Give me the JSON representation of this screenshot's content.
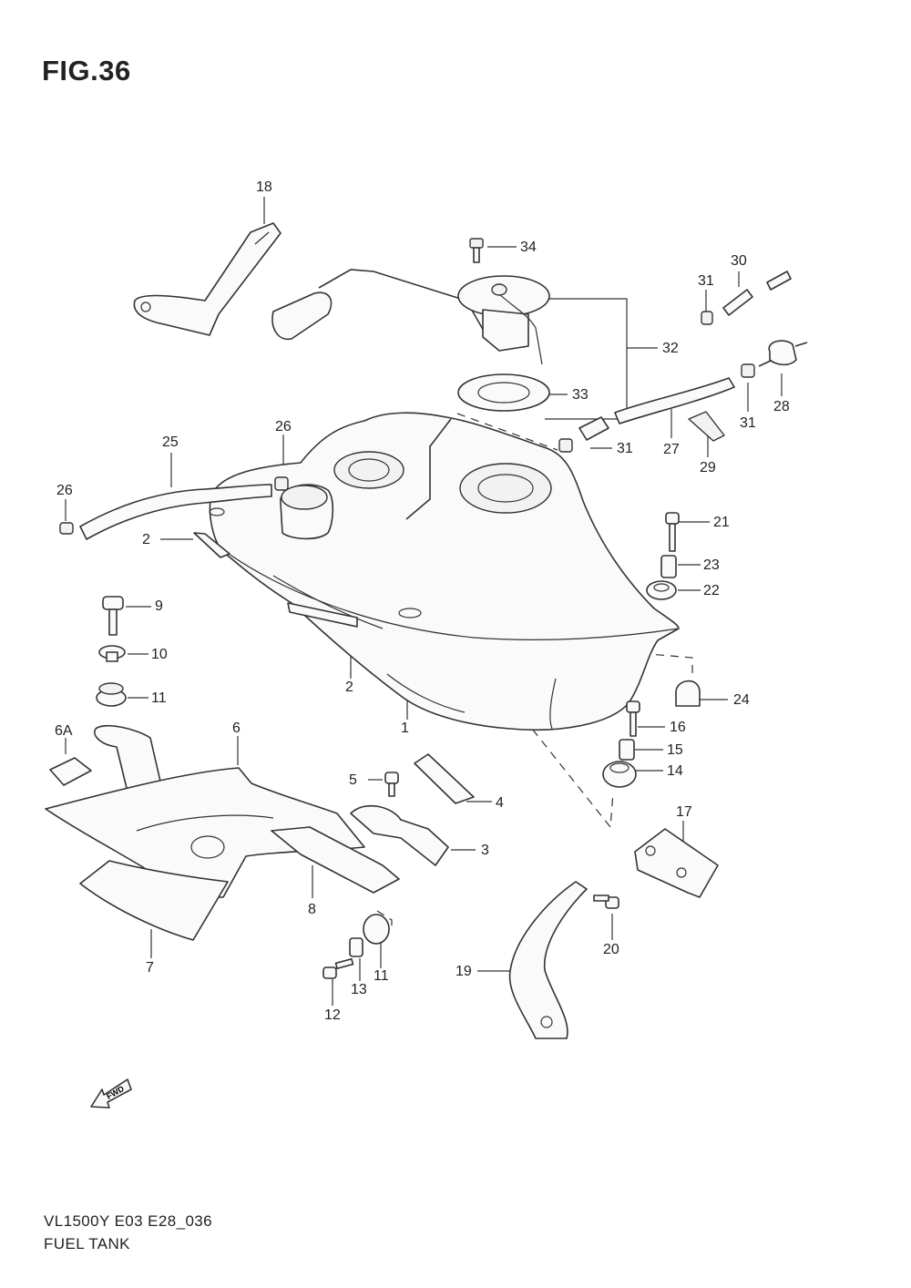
{
  "figure": {
    "title": "FIG.36",
    "model_code": "VL1500Y E03 E28_036",
    "assembly_name": "FUEL TANK",
    "fwd_badge": "FWD"
  },
  "callouts": [
    {
      "id": "c1",
      "label": "1"
    },
    {
      "id": "c2a",
      "label": "2"
    },
    {
      "id": "c2b",
      "label": "2"
    },
    {
      "id": "c3",
      "label": "3"
    },
    {
      "id": "c4",
      "label": "4"
    },
    {
      "id": "c5",
      "label": "5"
    },
    {
      "id": "c6",
      "label": "6"
    },
    {
      "id": "c6a",
      "label": "6A"
    },
    {
      "id": "c7",
      "label": "7"
    },
    {
      "id": "c8",
      "label": "8"
    },
    {
      "id": "c9",
      "label": "9"
    },
    {
      "id": "c10",
      "label": "10"
    },
    {
      "id": "c11a",
      "label": "11"
    },
    {
      "id": "c11b",
      "label": "11"
    },
    {
      "id": "c12",
      "label": "12"
    },
    {
      "id": "c13",
      "label": "13"
    },
    {
      "id": "c14",
      "label": "14"
    },
    {
      "id": "c15",
      "label": "15"
    },
    {
      "id": "c16",
      "label": "16"
    },
    {
      "id": "c17",
      "label": "17"
    },
    {
      "id": "c18",
      "label": "18"
    },
    {
      "id": "c19",
      "label": "19"
    },
    {
      "id": "c20",
      "label": "20"
    },
    {
      "id": "c21",
      "label": "21"
    },
    {
      "id": "c22",
      "label": "22"
    },
    {
      "id": "c23",
      "label": "23"
    },
    {
      "id": "c24",
      "label": "24"
    },
    {
      "id": "c25",
      "label": "25"
    },
    {
      "id": "c26a",
      "label": "26"
    },
    {
      "id": "c26b",
      "label": "26"
    },
    {
      "id": "c27",
      "label": "27"
    },
    {
      "id": "c28",
      "label": "28"
    },
    {
      "id": "c29",
      "label": "29"
    },
    {
      "id": "c30",
      "label": "30"
    },
    {
      "id": "c31a",
      "label": "31"
    },
    {
      "id": "c31b",
      "label": "31"
    },
    {
      "id": "c31c",
      "label": "31"
    },
    {
      "id": "c32",
      "label": "32"
    },
    {
      "id": "c33",
      "label": "33"
    },
    {
      "id": "c34",
      "label": "34"
    }
  ]
}
